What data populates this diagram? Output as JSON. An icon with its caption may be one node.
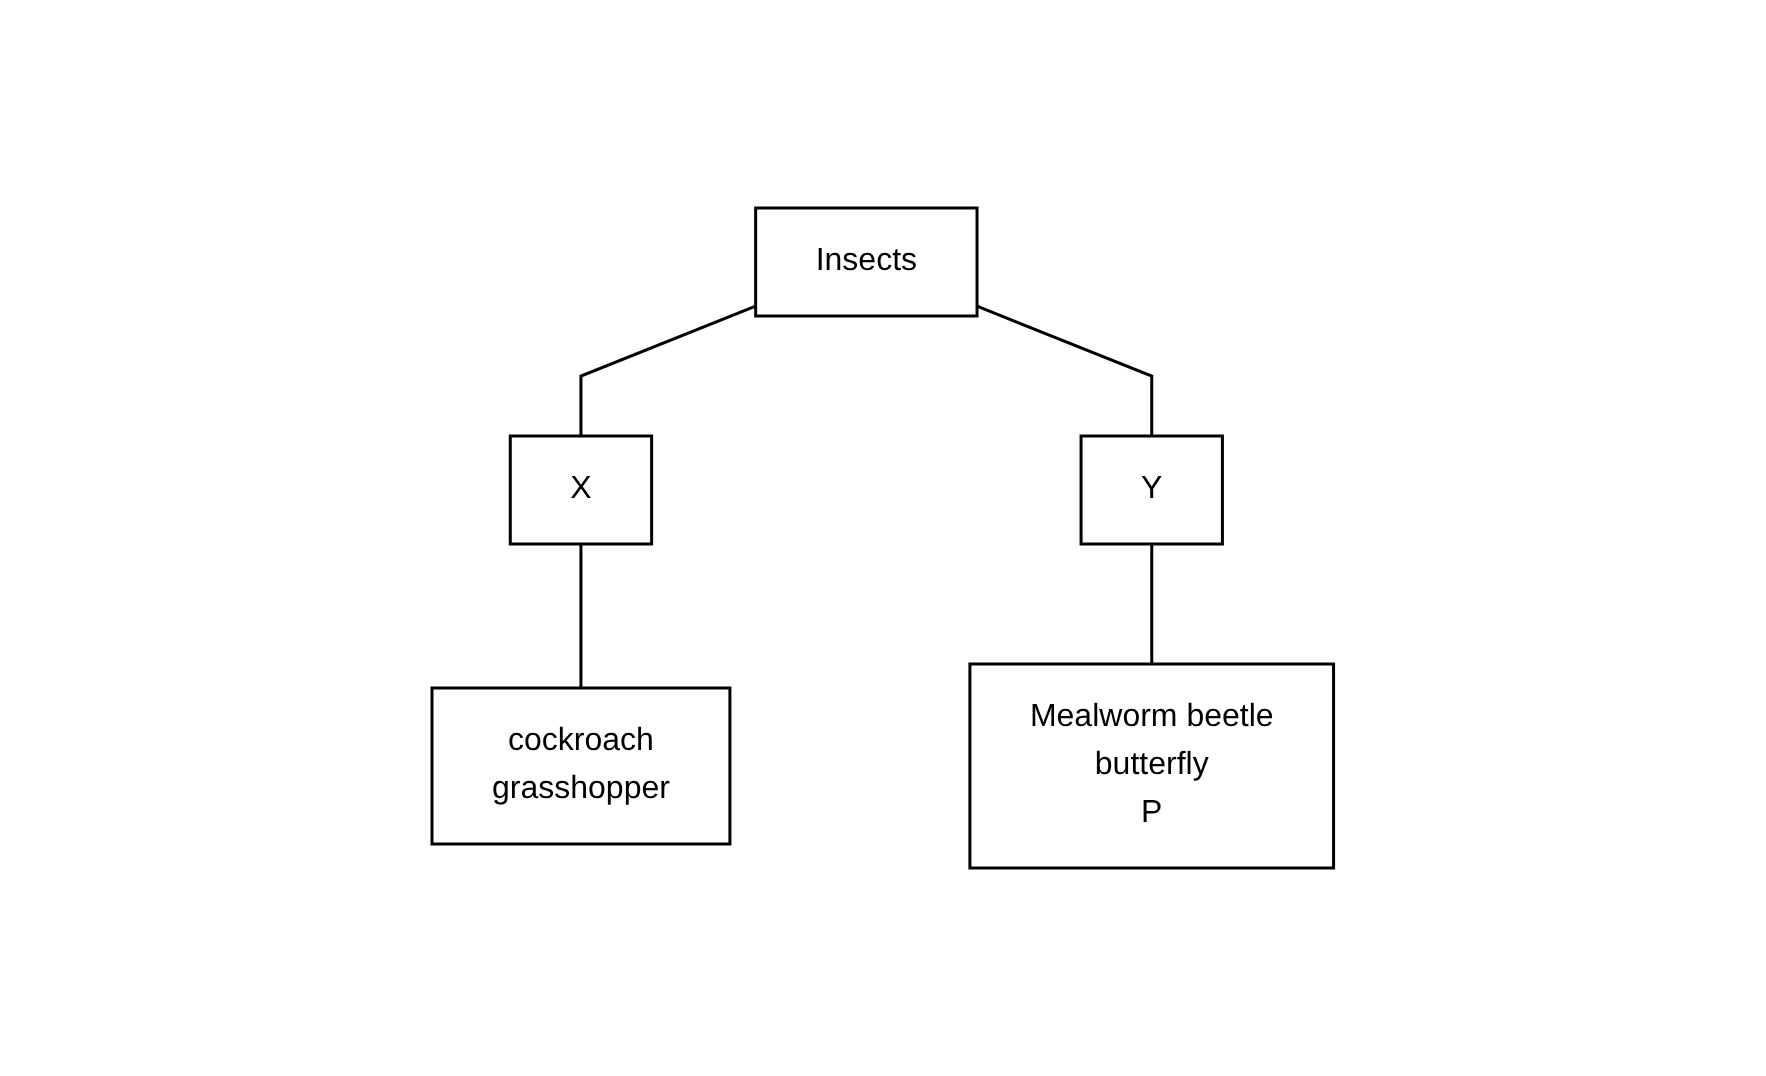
{
  "diagram": {
    "nodes": [
      {
        "text": [
          "Insects"
        ]
      },
      {
        "text": [
          "X"
        ]
      },
      {
        "text": [
          "Y"
        ]
      },
      {
        "text": [
          "cockroach",
          "grasshopper"
        ]
      },
      {
        "text": [
          "Mealworm beetle",
          "butterfly",
          "P"
        ]
      }
    ],
    "edges": [
      {
        "from": 0,
        "to": 1,
        "arrow": "none"
      },
      {
        "from": 0,
        "to": 2,
        "arrow": "none"
      },
      {
        "from": 1,
        "to": 3,
        "arrow": "none"
      },
      {
        "from": 2,
        "to": 4,
        "arrow": "none"
      }
    ]
  }
}
